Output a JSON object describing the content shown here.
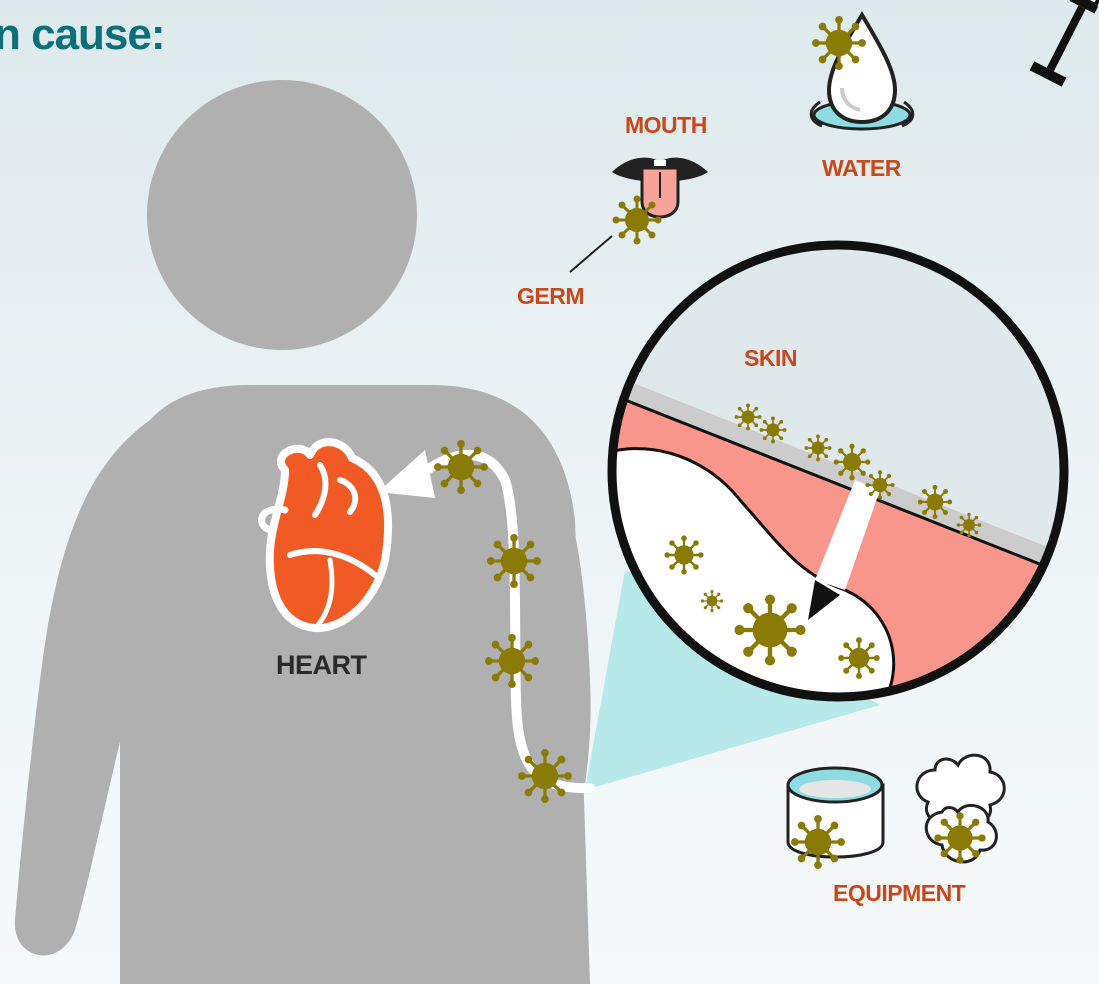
{
  "title": "n cause:",
  "labels": {
    "mouth": "MOUTH",
    "water": "WATER",
    "germ": "GERM",
    "skin": "SKIN",
    "heart": "HEART",
    "equipment": "EQUIPMENT"
  },
  "colors": {
    "title": "#0f6f78",
    "label_orange": "#c9471a",
    "person": "#b0b0b0",
    "germ": "#8a7a06",
    "heart": "#f15a24",
    "skin": "#f8968c",
    "beam": "#b7e8ea"
  },
  "icons": [
    "germ-icon",
    "heart-icon",
    "syringe-icon",
    "water-drop-icon",
    "mouth-icon",
    "cup-icon",
    "cotton-balls-icon"
  ]
}
